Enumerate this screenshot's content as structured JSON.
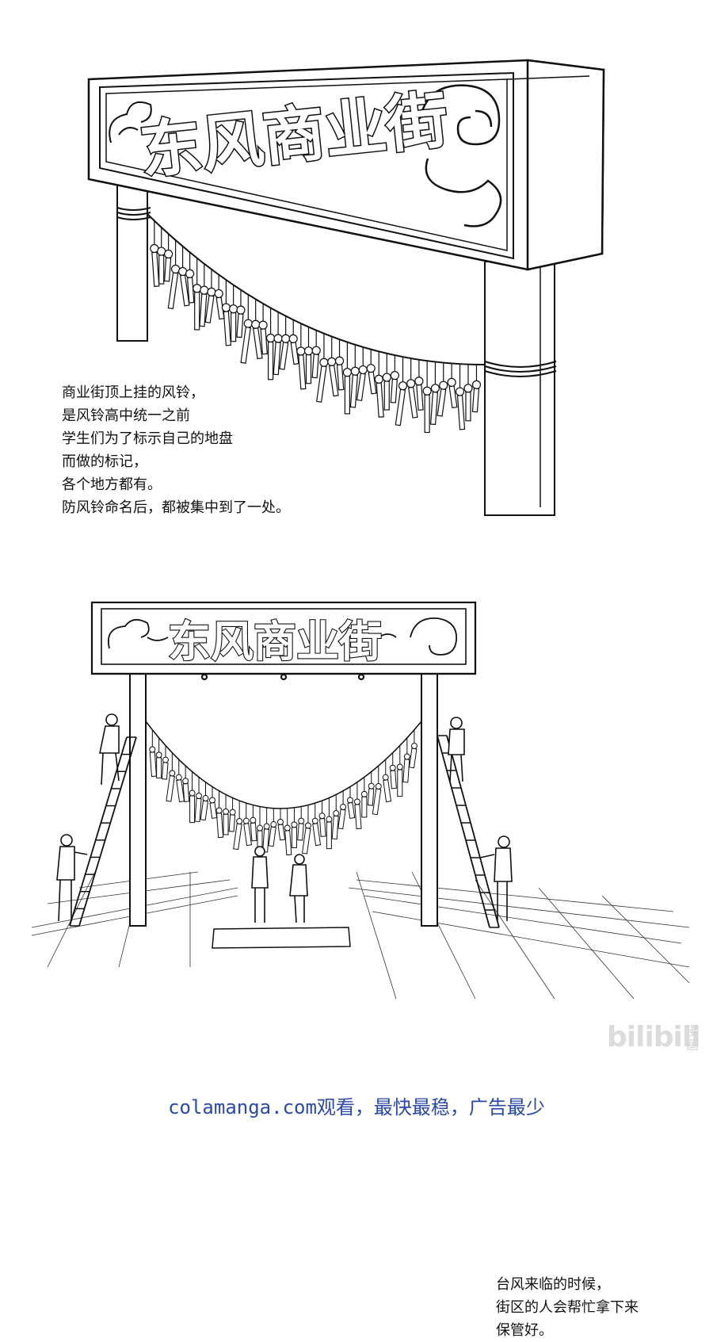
{
  "panel1": {
    "sign_text": "东风商业街",
    "caption_lines": [
      "商业街顶上挂的风铃，",
      "是风铃高中统一之前",
      "学生们为了标示自己的地盘",
      "而做的标记，",
      "各个地方都有。",
      "防风铃命名后，都被集中到了一处。"
    ]
  },
  "panel2": {
    "sign_text": "东风商业街",
    "caption_lines": [
      "台风来临的时候，",
      "街区的人会帮忙拿下来",
      "保管好。"
    ]
  },
  "watermark": {
    "logo": "bilibili",
    "sub": "漫画"
  },
  "footer": {
    "text": "colamanga.com观看，最快最稳，广告最少",
    "color": "#2a49a8"
  }
}
